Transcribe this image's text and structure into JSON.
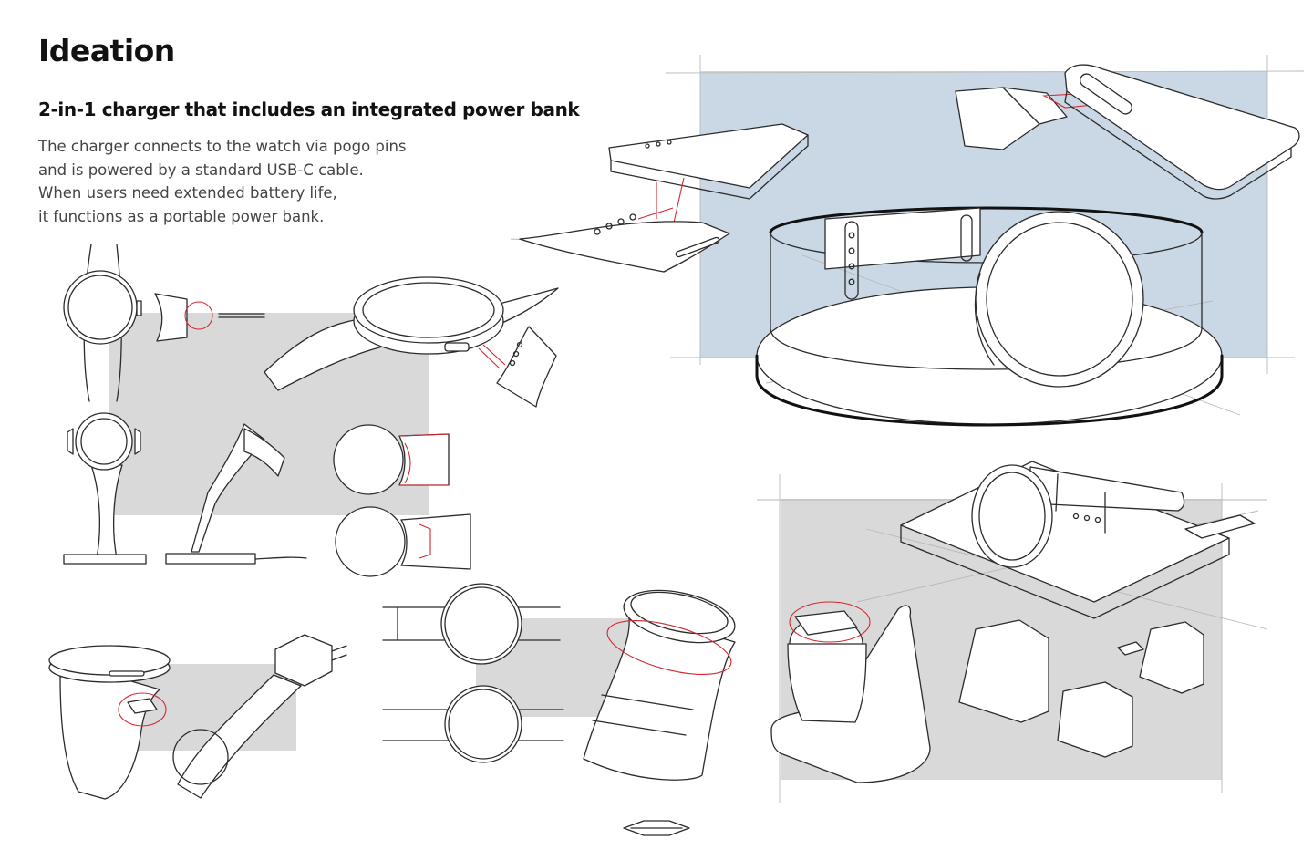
{
  "page": {
    "title": "Ideation",
    "subtitle": "2-in-1 charger that includes an integrated power bank",
    "description_lines": [
      "The charger connects to the watch via pogo pins",
      "and is powered by a standard USB-C cable.",
      "When users need extended battery life,",
      "it functions as a portable power bank."
    ]
  },
  "colors": {
    "background": "#ffffff",
    "panel_gray": "#d9d9d9",
    "panel_blue": "#cad8e5",
    "line": "#2b2b2b",
    "accent_red": "#d7262d"
  }
}
